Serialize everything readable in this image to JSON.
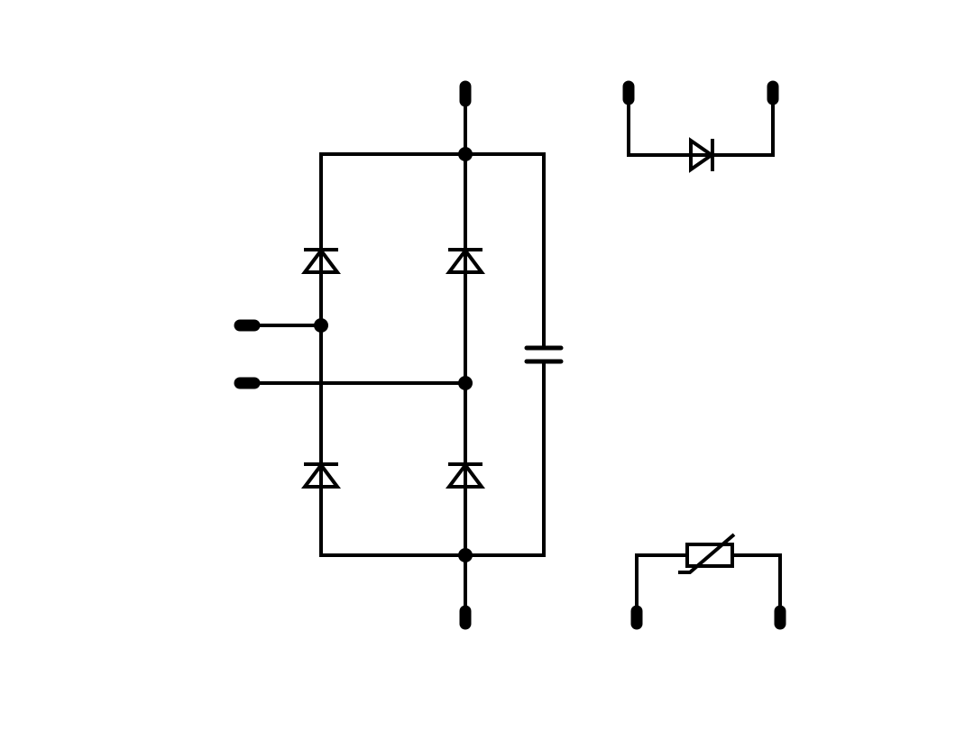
{
  "diagram": {
    "type": "circuit-schematic",
    "colors": {
      "background": "#ffffff",
      "ink": "#000000"
    },
    "components": [
      {
        "id": "D1",
        "kind": "diode",
        "icon": "diode-icon",
        "part_of": "bridge-rectifier",
        "orientation": "cathode-up"
      },
      {
        "id": "D2",
        "kind": "diode",
        "icon": "diode-icon",
        "part_of": "bridge-rectifier",
        "orientation": "cathode-up"
      },
      {
        "id": "D3",
        "kind": "diode",
        "icon": "diode-icon",
        "part_of": "bridge-rectifier",
        "orientation": "cathode-up"
      },
      {
        "id": "D4",
        "kind": "diode",
        "icon": "diode-icon",
        "part_of": "bridge-rectifier",
        "orientation": "cathode-up"
      },
      {
        "id": "C1",
        "kind": "capacitor",
        "icon": "capacitor-icon",
        "part_of": "bridge-rectifier"
      },
      {
        "id": "D5",
        "kind": "diode",
        "icon": "diode-icon",
        "part_of": "standalone-diode",
        "orientation": "cathode-right"
      },
      {
        "id": "RV1",
        "kind": "varistor",
        "icon": "varistor-icon",
        "part_of": "standalone-varistor"
      }
    ],
    "terminals": [
      {
        "id": "bridge-top"
      },
      {
        "id": "bridge-bottom"
      },
      {
        "id": "bridge-ac-1"
      },
      {
        "id": "bridge-ac-2"
      },
      {
        "id": "diode-left"
      },
      {
        "id": "diode-right"
      },
      {
        "id": "varistor-left"
      },
      {
        "id": "varistor-right"
      }
    ]
  }
}
